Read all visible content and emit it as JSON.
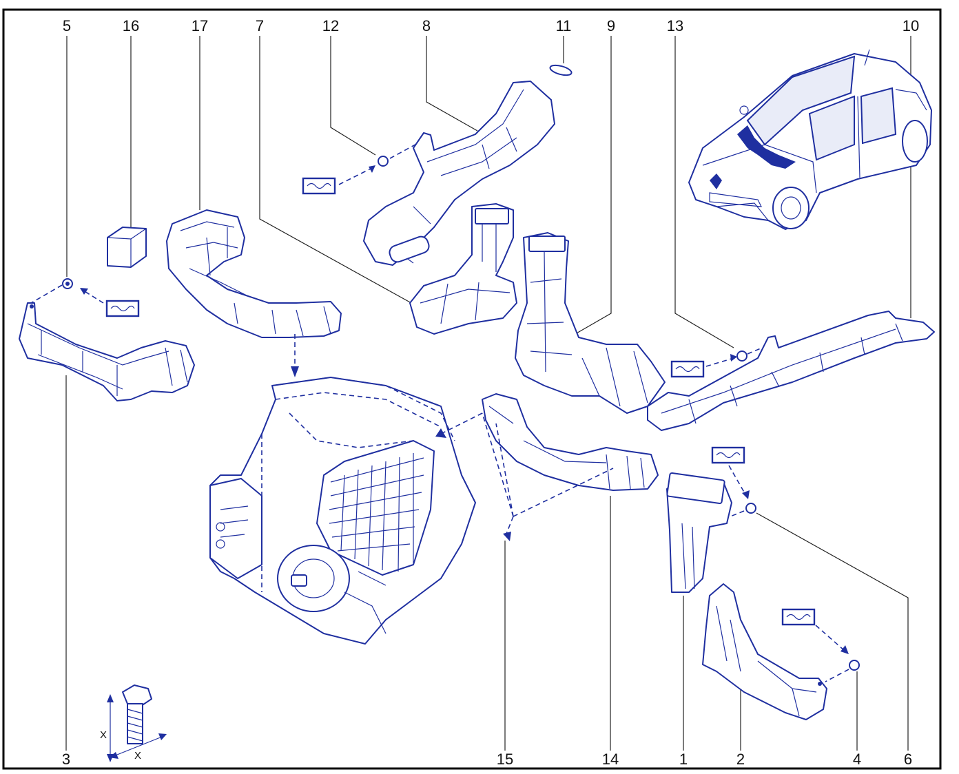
{
  "labels": {
    "l1": "1",
    "l2": "2",
    "l3": "3",
    "l4": "4",
    "l5": "5",
    "l6": "6",
    "l7": "7",
    "l8": "8",
    "l9": "9",
    "l10": "10",
    "l11": "11",
    "l12": "12",
    "l13": "13",
    "l14": "14",
    "l15": "15",
    "l16": "16",
    "l17": "17"
  },
  "dimension_labels": {
    "x_vertical": "X",
    "x_horizontal": "X"
  },
  "colors": {
    "lines": "#1f2fa0",
    "labels": "#111111",
    "frame": "#000000"
  }
}
